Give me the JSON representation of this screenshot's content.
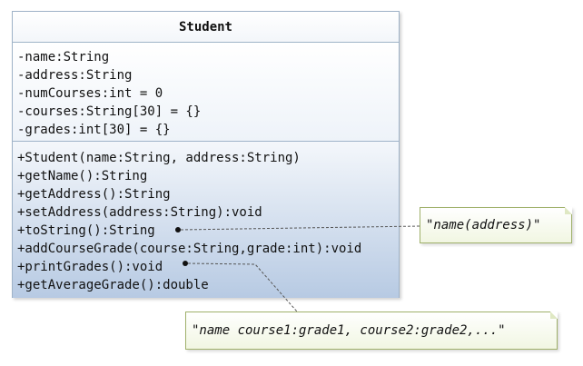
{
  "class_name": "Student",
  "attributes": [
    "-name:String",
    "-address:String",
    "-numCourses:int = 0",
    "-courses:String[30] = {}",
    "-grades:int[30] = {}"
  ],
  "operations": [
    "+Student(name:String, address:String)",
    "+getName():String",
    "+getAddress():String",
    "+setAddress(address:String):void",
    "+toString():String",
    "+addCourseGrade(course:String,grade:int):void",
    "+printGrades():void",
    "+getAverageGrade():double"
  ],
  "notes": {
    "to_string": "\"name(address)\"",
    "print_grades": "\"name course1:grade1, course2:grade2,...\""
  }
}
